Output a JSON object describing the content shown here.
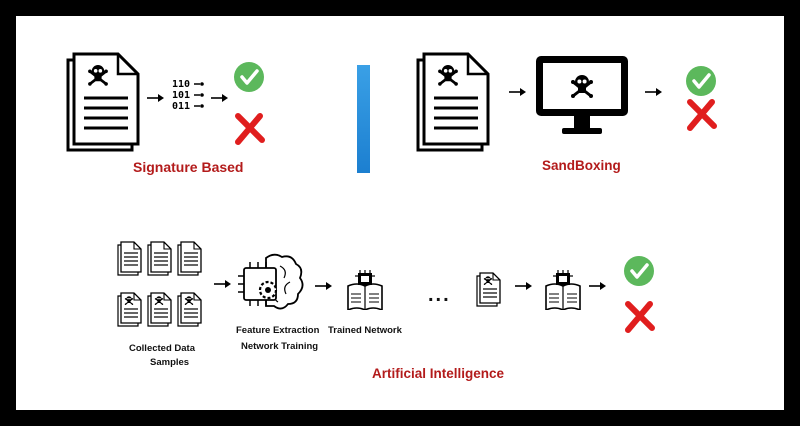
{
  "sections": {
    "signature": {
      "label": "Signature Based"
    },
    "sandbox": {
      "label": "SandBoxing"
    },
    "ai": {
      "label": "Artificial Intelligence",
      "collected_line1": "Collected Data",
      "collected_line2": "Samples",
      "feature_line1": "Feature Extraction",
      "feature_line2": "Network Training",
      "trained": "Trained Network",
      "ellipsis": "..."
    }
  },
  "binary_glyph": {
    "line1": "110",
    "line2": "101",
    "line3": "011"
  },
  "colors": {
    "label_red": "#b31b1b",
    "check_green": "#5cb85c",
    "cross_red": "#e01e1e",
    "divider_blue": "#2a8fde"
  },
  "icons": [
    "malware-document-icon",
    "binary-code-icon",
    "check-icon",
    "cross-icon",
    "monitor-skull-icon",
    "chip-brain-icon",
    "trained-network-book-icon",
    "arrow-right-icon"
  ]
}
